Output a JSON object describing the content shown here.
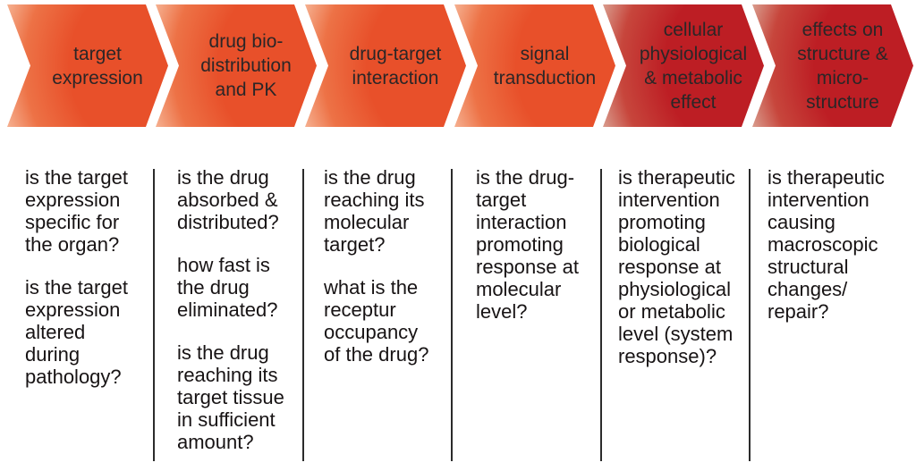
{
  "colors": {
    "orange_main": "#e8502a",
    "orange_mid": "#ed7246",
    "orange_light": "#f7bb9d",
    "orange_faint": "#fdeee6",
    "red_main": "#bd1e24",
    "red_mid": "#c7463c",
    "red_light": "#dcab9b",
    "red_faint": "#f3e0d8",
    "arrow_text": "#2b2627",
    "body_text": "#171314",
    "divider": "#2b2b2b"
  },
  "stages": [
    {
      "id": "target-expression",
      "theme": "orange",
      "label": "target\nexpression",
      "questions": [
        "is the target\nexpression\nspecific for\nthe organ?",
        "is the target\nexpression\naltered\nduring\npathology?"
      ]
    },
    {
      "id": "drug-biodistribution-pk",
      "theme": "orange",
      "label": "drug bio-\ndistribution\nand PK",
      "questions": [
        "is the drug\nabsorbed &\ndistributed?",
        "how fast is\nthe drug\neliminated?",
        "is the drug\nreaching its\ntarget tissue\nin sufficient\namount?"
      ]
    },
    {
      "id": "drug-target-interaction",
      "theme": "orange",
      "label": "drug-target\ninteraction",
      "questions": [
        "is the drug\nreaching its\nmolecular\ntarget?",
        "what is the\nreceptur\noccupancy\nof the drug?"
      ]
    },
    {
      "id": "signal-transduction",
      "theme": "orange",
      "label": "signal\ntransduction",
      "questions": [
        "is the drug-\ntarget\ninteraction\npromoting\nresponse at\nmolecular\nlevel?"
      ]
    },
    {
      "id": "cellular-physiological-metabolic-effect",
      "theme": "red",
      "label": "cellular\nphysiological\n& metabolic\neffect",
      "questions": [
        "is therapeutic\nintervention\npromoting\nbiological\nresponse at\nphysiological\nor metabolic\nlevel (system\nresponse)?"
      ]
    },
    {
      "id": "effects-on-structure",
      "theme": "red",
      "label": "effects on\nstructure &\nmicro-\nstructure",
      "questions": [
        "is therapeutic\nintervention\ncausing\nmacroscopic\nstructural\nchanges/\nrepair?"
      ]
    }
  ]
}
